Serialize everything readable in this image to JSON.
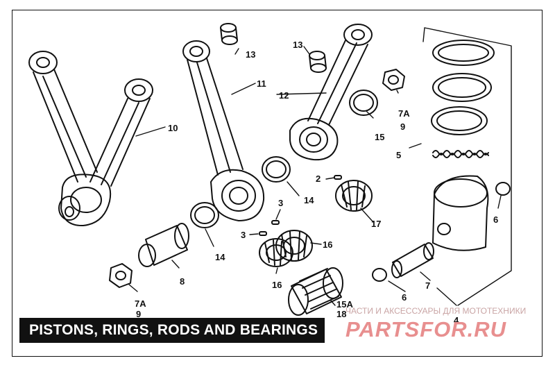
{
  "title": "PISTONS, RINGS, RODS AND BEARINGS",
  "labels": {
    "l10": "10",
    "l11": "11",
    "l12": "12",
    "l13a": "13",
    "l13b": "13",
    "l14a": "14",
    "l14b": "14",
    "l15": "15",
    "l15a": "15A",
    "l16a": "16",
    "l16b": "16",
    "l17": "17",
    "l18": "18",
    "l2": "2",
    "l3a": "3",
    "l3b": "3",
    "l4": "4",
    "l5": "5",
    "l6a": "6",
    "l6b": "6",
    "l7": "7",
    "l7aa": "7A",
    "l7ab": "7A",
    "l8": "8",
    "l9a": "9",
    "l9b": "9"
  },
  "watermark": {
    "tagline": "ЧАСТИ И АКСЕССУАРЫ ДЛЯ МОТОТЕХНИКИ",
    "logo": "PARTSFOR.RU"
  }
}
